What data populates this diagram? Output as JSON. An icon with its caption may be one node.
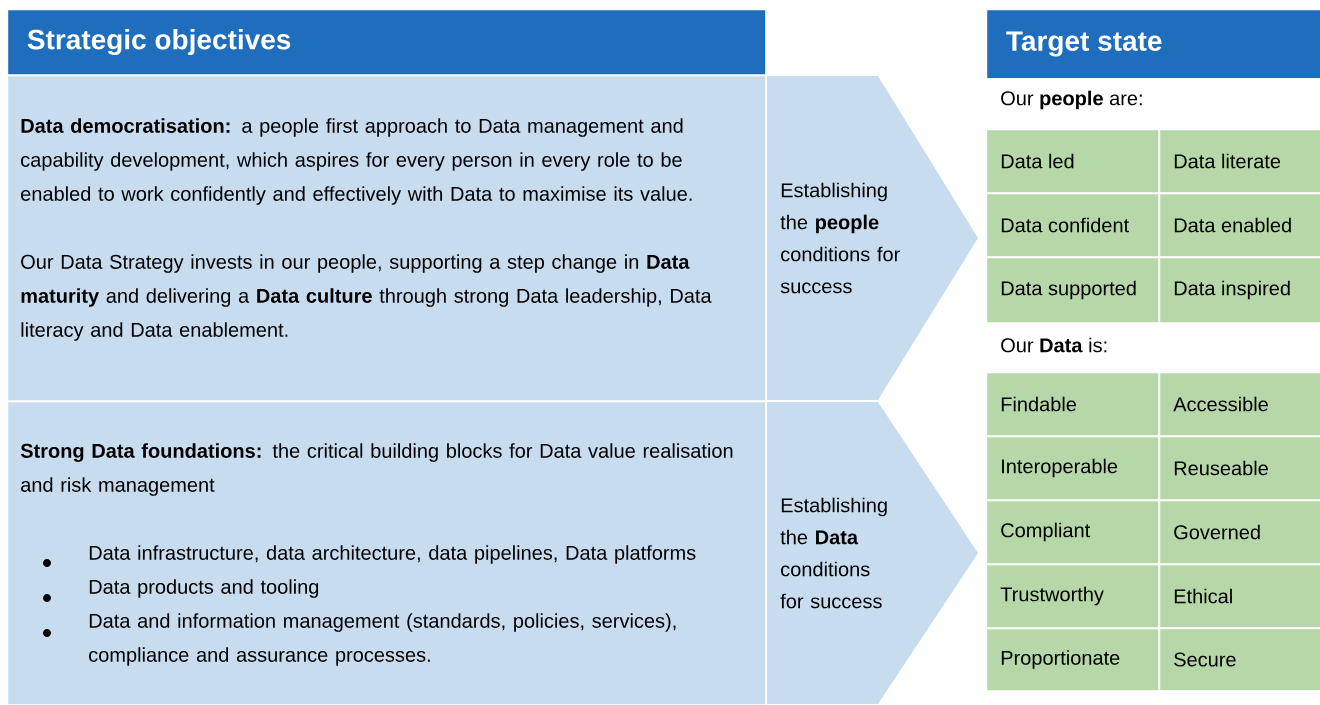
{
  "diagram": {
    "nodes": [
      {
        "text": [
          "Strategic objectives"
        ]
      },
      {
        "text": [
          "**Data democratisation:** a people first approach to Data management and capability development, which aspires for every person in every role to be enabled to work confidently and effectively with Data to maximise its value.",
          "Our Data Strategy invests in our people, supporting a step change in **Data maturity** and delivering a **Data culture** through strong Data leadership, Data literacy and Data enablement."
        ]
      },
      {
        "text": [
          "Establishing the **people** conditions for success"
        ]
      },
      {
        "text": [
          "**Strong Data foundations:** the critical building blocks for Data value realisation and risk management",
          "Data infrastructure, data architecture, data pipelines, Data platforms",
          "Data products and tooling",
          "Data and information management (standards, policies, services), compliance and assurance processes."
        ]
      },
      {
        "text": [
          "Establishing the **Data** conditions for success"
        ]
      },
      {
        "text": [
          "Target state"
        ]
      },
      {
        "text": [
          "Data led"
        ]
      },
      {
        "text": [
          "Data literate"
        ]
      },
      {
        "text": [
          "Data confident"
        ]
      },
      {
        "text": [
          "Data enabled"
        ]
      },
      {
        "text": [
          "Data supported"
        ]
      },
      {
        "text": [
          "Data inspired"
        ]
      },
      {
        "text": [
          "Findable"
        ]
      },
      {
        "text": [
          "Accessible"
        ]
      },
      {
        "text": [
          "Interoperable"
        ]
      },
      {
        "text": [
          "Reuseable"
        ]
      },
      {
        "text": [
          "Compliant"
        ]
      },
      {
        "text": [
          "Governed"
        ]
      },
      {
        "text": [
          "Trustworthy"
        ]
      },
      {
        "text": [
          "Ethical"
        ]
      },
      {
        "text": [
          "Proportionate"
        ]
      },
      {
        "text": [
          "Secure"
        ]
      }
    ],
    "labels": [
      "Our **people** are:",
      "Our **Data** is:"
    ]
  }
}
